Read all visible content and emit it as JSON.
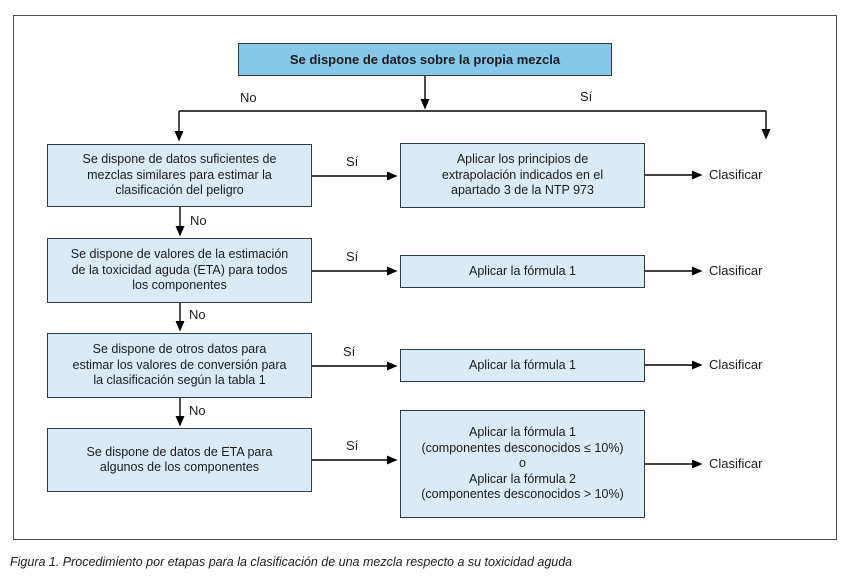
{
  "figure": {
    "caption": "Figura 1. Procedimiento por etapas para la clasificación de una mezcla respecto a su toxicidad aguda",
    "colors": {
      "top_box_fill": "#87c7ea",
      "step_box_fill": "#daebf7",
      "box_border": "#2e3b47",
      "line_color": "#000000"
    },
    "root": {
      "question": "Se dispone de datos sobre la propia mezcla",
      "no_label": "No",
      "yes_label": "Sí"
    },
    "rows": [
      {
        "question": "Se dispone de datos suficientes de\nmezclas similares para estimar la\nclasificación del peligro",
        "yes_label": "Sí",
        "no_label": "No",
        "action": "Aplicar los principios de\nextrapolación indicados en el\napartado 3 de la NTP 973",
        "result": "Clasificar"
      },
      {
        "question": "Se dispone de valores de la estimación\nde la toxicidad aguda (ETA) para todos\nlos componentes",
        "yes_label": "Sí",
        "no_label": "No",
        "action": "Aplicar la fórmula 1",
        "result": "Clasificar"
      },
      {
        "question": "Se dispone de otros datos para\nestimar los valores de conversión para\nla clasificación según la tabla 1",
        "yes_label": "Sí",
        "no_label": "No",
        "action": "Aplicar la fórmula 1",
        "result": "Clasificar"
      },
      {
        "question": "Se dispone de datos de ETA para\nalgunos de los componentes",
        "yes_label": "Sí",
        "action": "Aplicar la fórmula 1\n(componentes desconocidos ≤ 10%)\no\nAplicar la fórmula 2\n(componentes desconocidos > 10%)",
        "result": "Clasificar"
      }
    ]
  }
}
